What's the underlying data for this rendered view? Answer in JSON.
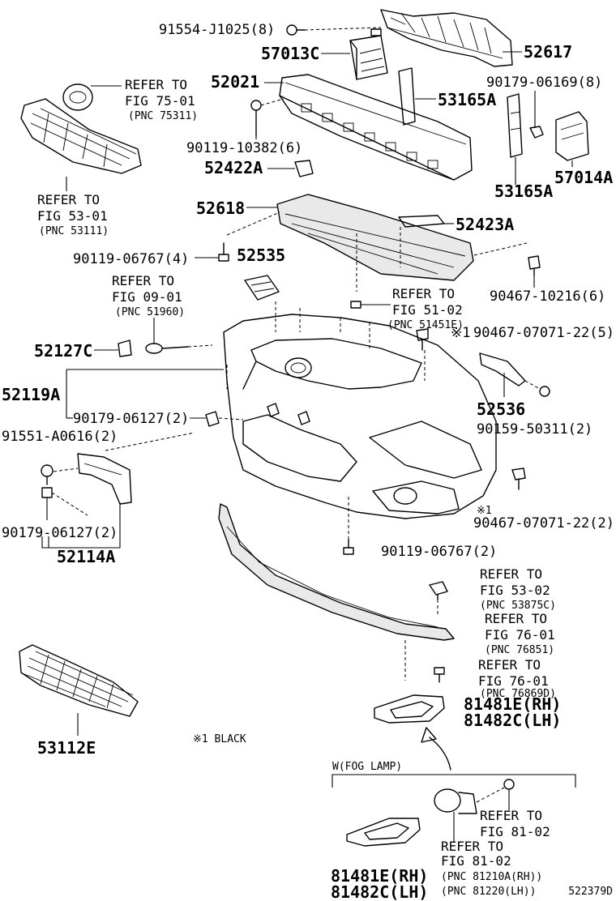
{
  "parts": {
    "p91554": "91554-J1025(8)",
    "p57013C": "57013C",
    "p52617": "52617",
    "p52021": "52021",
    "p90179_06169": "90179-06169(8)",
    "p53165A_top": "53165A",
    "p90119_10382": "90119-10382(6)",
    "p53165A_right": "53165A",
    "p57014A": "57014A",
    "p52422A": "52422A",
    "p52618": "52618",
    "p52423A": "52423A",
    "p90119_06767_4": "90119-06767(4)",
    "p52535": "52535",
    "p90467_10216": "90467-10216(6)",
    "p52127C": "52127C",
    "p90467_07071_22_top": "90467-07071-22(5)",
    "p52119A": "52119A",
    "p90179_06127_top": "90179-06127(2)",
    "p52536": "52536",
    "p90159_50311": "90159-50311(2)",
    "p91551_A0616": "91551-A0616(2)",
    "p90467_07071_22_bot": "90467-07071-22(2)",
    "p90179_06127_bot": "90179-06127(2)",
    "p52114A": "52114A",
    "p90119_06767_2": "90119-06767(2)",
    "p53112E": "53112E",
    "p81481E_mid": "81481E(RH)",
    "p81482C_mid": "81482C(LH)",
    "p81481E_bot": "81481E(RH)",
    "p81482C_bot": "81482C(LH)"
  },
  "refs": {
    "r75": {
      "refer": "REFER TO",
      "fig": "FIG 75-01",
      "pnc": "(PNC 75311)"
    },
    "r53a": {
      "refer": "REFER TO",
      "fig": "FIG 53-01",
      "pnc": "(PNC 53111)"
    },
    "r09": {
      "refer": "REFER TO",
      "fig": "FIG 09-01",
      "pnc": "(PNC 51960)"
    },
    "r51": {
      "refer": "REFER TO",
      "fig": "FIG 51-02",
      "pnc": "(PNC 51451E)"
    },
    "r53b": {
      "refer": "REFER TO",
      "fig": "FIG 53-02",
      "pnc": "(PNC 53875C)"
    },
    "r76a": {
      "refer": "REFER TO",
      "fig": "FIG 76-01",
      "pnc": "(PNC 76851)"
    },
    "r76b": {
      "refer": "REFER TO",
      "fig": "FIG 76-01",
      "pnc": "(PNC 76869D)"
    },
    "r81a": {
      "refer": "REFER TO",
      "fig": "FIG 81-02"
    },
    "r81b": {
      "refer": "REFER TO",
      "fig": "FIG 81-02",
      "pnc1": "(PNC 81210A(RH))",
      "pnc2": "(PNC 81220(LH))"
    }
  },
  "notes": {
    "mark1": "※1",
    "mark1b": "※1",
    "black_note": "※1 BLACK",
    "fog_group": "W(FOG LAMP)",
    "diagram_id": "522379D"
  }
}
